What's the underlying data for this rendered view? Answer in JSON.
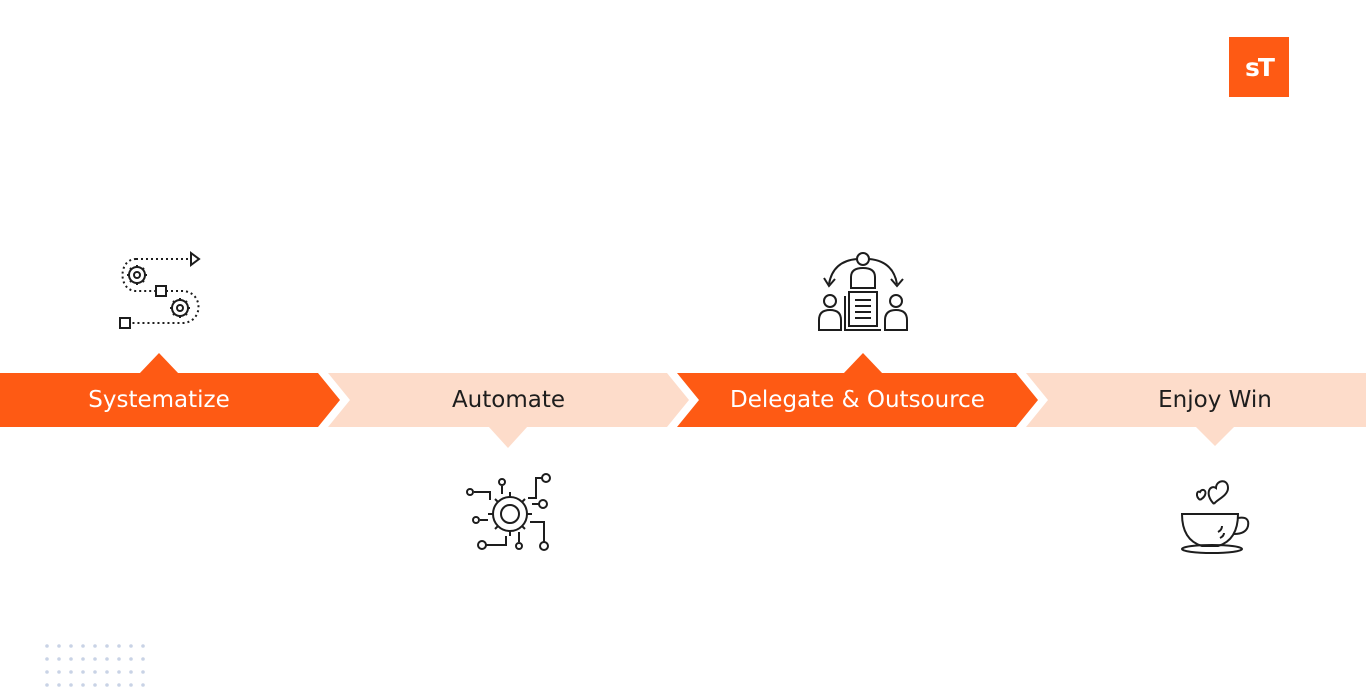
{
  "logo": {
    "text": "sT"
  },
  "steps": [
    {
      "label": "Systematize",
      "icon": "process-flow-gears-icon"
    },
    {
      "label": "Automate",
      "icon": "circuit-gear-icon"
    },
    {
      "label": "Delegate & Outsource",
      "icon": "team-delegation-icon"
    },
    {
      "label": "Enjoy Win",
      "icon": "coffee-cup-heart-icon"
    }
  ],
  "colors": {
    "accent": "#fe5a14",
    "light": "#fddcca",
    "icon_stroke": "#1d1d1d",
    "dots": "#c9d3e6"
  }
}
